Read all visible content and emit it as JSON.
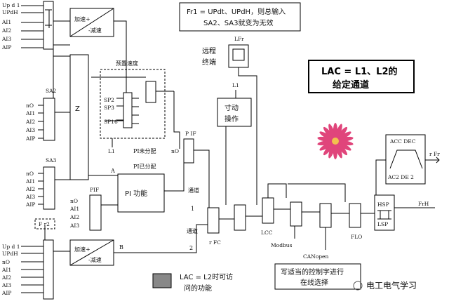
{
  "input_groups": {
    "top": [
      "Up d 1",
      "UPdH",
      "AI1",
      "AI2",
      "AI3",
      "AIP"
    ],
    "sa2": [
      "nO",
      "AI1",
      "AI2",
      "AI3",
      "AIP"
    ],
    "sa3": [
      "nO",
      "AI1",
      "AI2",
      "AI3",
      "AIP"
    ],
    "bottom": [
      "Up d 1",
      "UPdH",
      "nO",
      "AI1",
      "AI2",
      "AI3",
      "AIP"
    ],
    "pif": [
      "nO",
      "AI1",
      "AI2",
      "AI3"
    ]
  },
  "labels": {
    "ramp_top": [
      "加速+",
      "-减速"
    ],
    "ramp_bottom": [
      "加速+",
      "-减速"
    ],
    "sa2": "SA2",
    "sa3": "SA3",
    "z": "Z",
    "preset_speed": "预置速度",
    "sp_items": [
      "SP2",
      "SP3",
      "SP16"
    ],
    "l1_small": "L1",
    "a": "A",
    "b": "B",
    "pif": "PIF",
    "pi_function": "PI 功能",
    "pi_unassigned": "PI未分配",
    "pi_assigned": "PI已分配",
    "no": "nO",
    "p_if": "P IF",
    "fr2": "F r2",
    "channel1": [
      "通道",
      "1"
    ],
    "channel2": [
      "通道",
      "2"
    ],
    "rfc": "r FC",
    "remote": [
      "远程",
      "终端"
    ],
    "lfr": "LFr",
    "l1": "L1",
    "jog": [
      "寸动",
      "操作"
    ],
    "lcc": "LCC",
    "modbus": "Modbus",
    "canopen": "CANopen",
    "flo": "FLO",
    "acc_dec": "ACC DEC",
    "ac2_de2": "AC2  DE 2",
    "hsp": "HSP",
    "lsp": "LSP",
    "rfr": "r Fr",
    "frh": "FrH"
  },
  "notes": {
    "fr1": [
      "Fr1 = UPdt、UPdH，则总输入",
      "SA2、SA3就变为无效"
    ],
    "lac_title": [
      "LAC = L1、L2的",
      "给定通道"
    ],
    "online": [
      "写适当的控制字进行",
      "在线选择"
    ],
    "legend": [
      "LAC = L2时可访",
      "问的功能"
    ]
  },
  "watermark": "电工电气学习",
  "colors": {
    "legend_fill": "#888888",
    "flower": "#e0457b",
    "flower_center": "#f2c14e"
  }
}
